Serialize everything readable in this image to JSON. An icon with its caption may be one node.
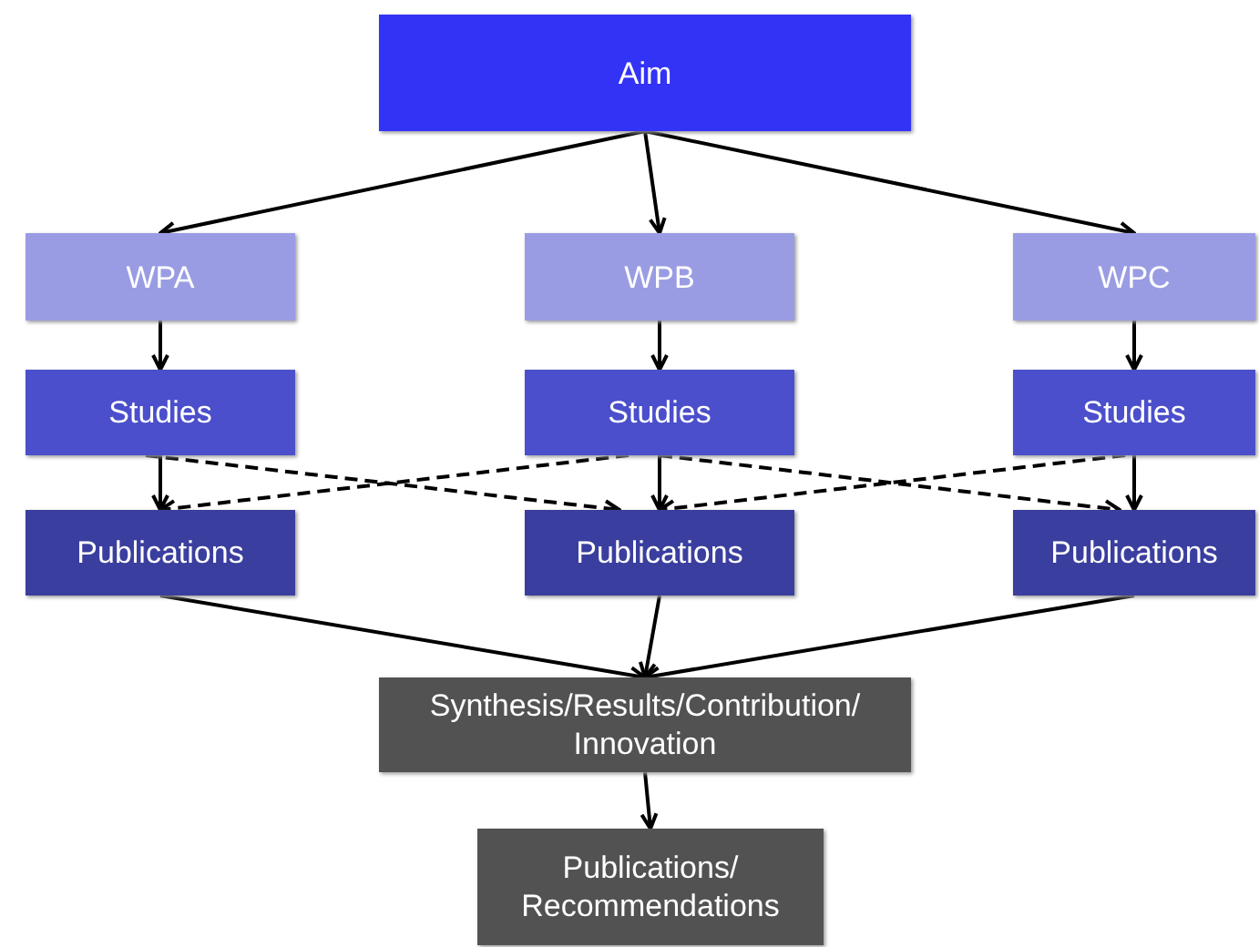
{
  "diagram": {
    "nodes": [
      {
        "text": [
          "Aim"
        ]
      },
      {
        "text": [
          "WPA"
        ]
      },
      {
        "text": [
          "WPB"
        ]
      },
      {
        "text": [
          "WPC"
        ]
      },
      {
        "text": [
          "Studies"
        ]
      },
      {
        "text": [
          "Studies"
        ]
      },
      {
        "text": [
          "Studies"
        ]
      },
      {
        "text": [
          "Publications"
        ]
      },
      {
        "text": [
          "Publications"
        ]
      },
      {
        "text": [
          "Publications"
        ]
      },
      {
        "text": [
          "Synthesis/Results/Contribution/ Innovation"
        ]
      },
      {
        "text": [
          "Publications/ Recommendations"
        ]
      }
    ],
    "edges": [
      {
        "from": 0,
        "to": 1,
        "arrow": "to"
      },
      {
        "from": 0,
        "to": 2,
        "arrow": "to"
      },
      {
        "from": 0,
        "to": 3,
        "arrow": "to"
      },
      {
        "from": 1,
        "to": 4,
        "arrow": "to"
      },
      {
        "from": 2,
        "to": 5,
        "arrow": "to"
      },
      {
        "from": 3,
        "to": 6,
        "arrow": "to"
      },
      {
        "from": 4,
        "to": 7,
        "arrow": "to"
      },
      {
        "from": 5,
        "to": 8,
        "arrow": "to"
      },
      {
        "from": 6,
        "to": 9,
        "arrow": "to"
      },
      {
        "from": 4,
        "to": 8,
        "arrow": "to",
        "style": "dashed"
      },
      {
        "from": 5,
        "to": 7,
        "arrow": "to",
        "style": "dashed"
      },
      {
        "from": 5,
        "to": 9,
        "arrow": "to",
        "style": "dashed"
      },
      {
        "from": 6,
        "to": 8,
        "arrow": "to",
        "style": "dashed"
      },
      {
        "from": 7,
        "to": 10,
        "arrow": "to"
      },
      {
        "from": 8,
        "to": 10,
        "arrow": "to"
      },
      {
        "from": 9,
        "to": 10,
        "arrow": "to"
      },
      {
        "from": 10,
        "to": 11,
        "arrow": "to"
      }
    ]
  }
}
